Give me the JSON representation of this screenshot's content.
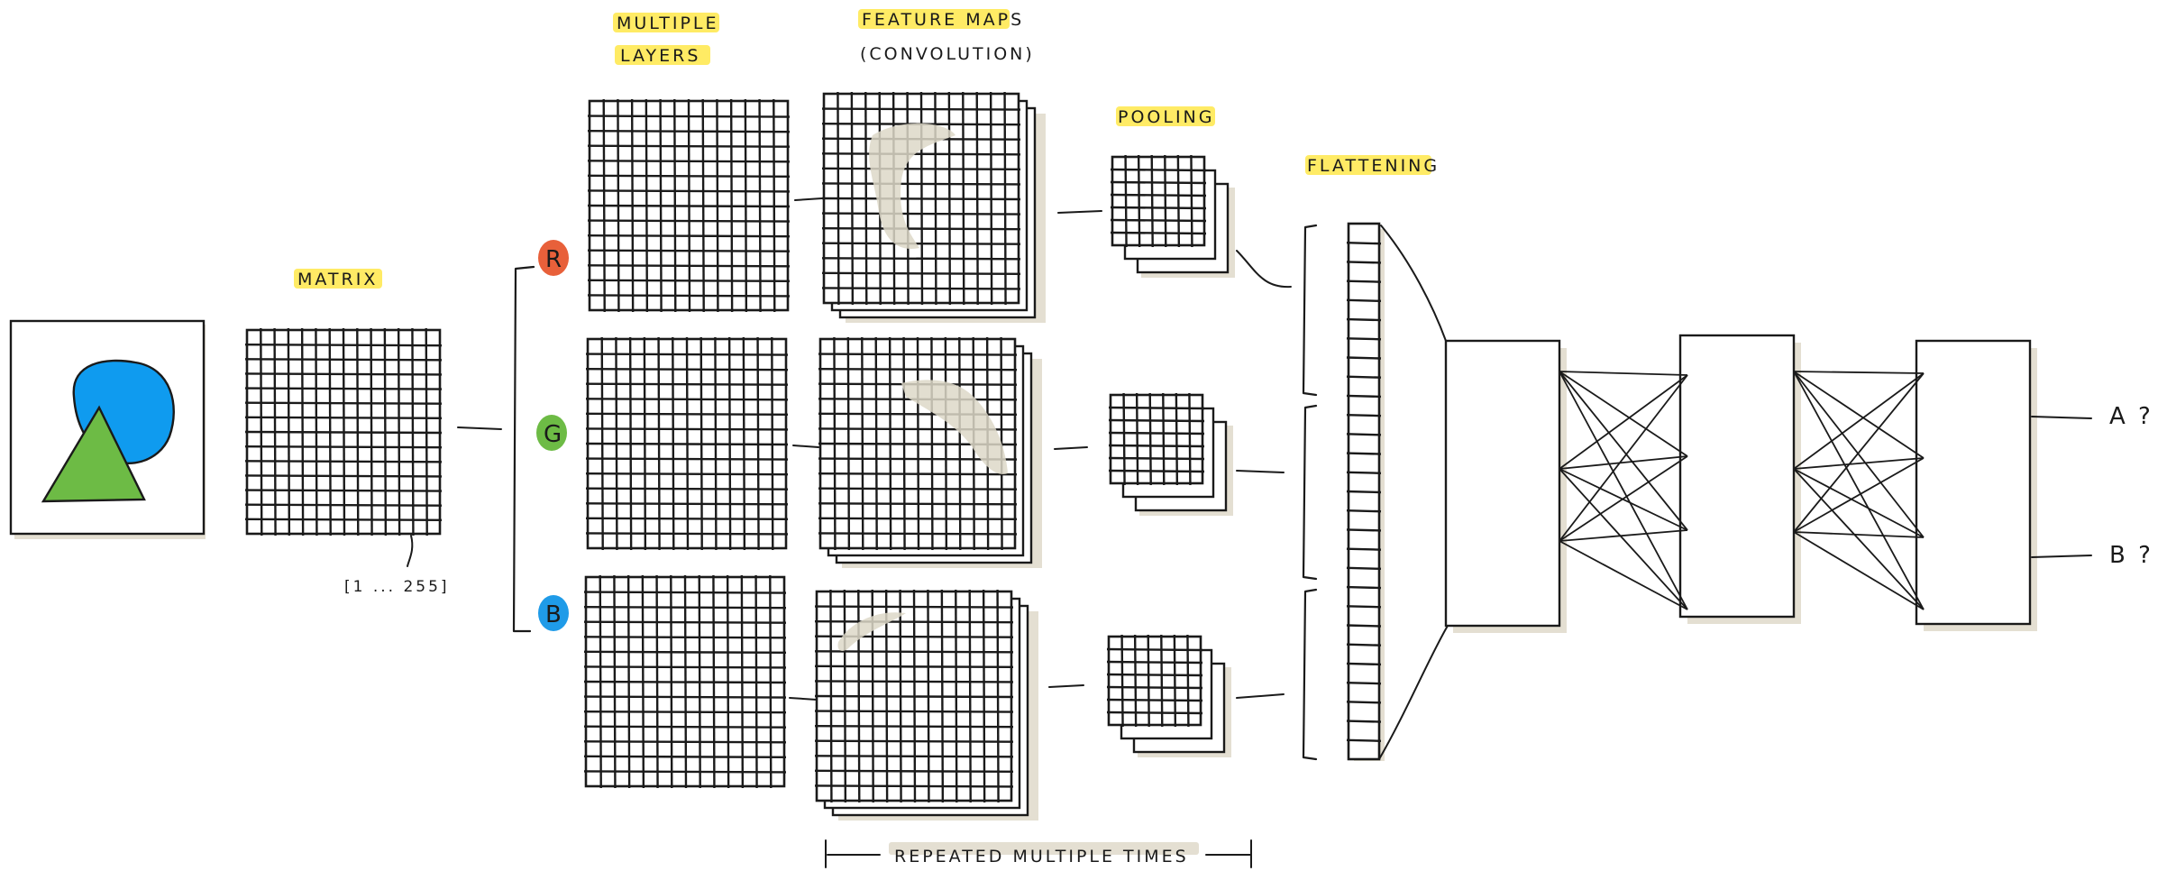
{
  "labels": {
    "matrix": "MATRIX",
    "matrix_range": "[1 ... 255]",
    "multiple_layers_line1": "MULTIPLE",
    "multiple_layers_line2": "LAYERS",
    "feature_maps_line1": "FEATURE MAPS",
    "feature_maps_line2": "(CONVOLUTION)",
    "pooling": "POOLING",
    "flattening": "FLATTENING",
    "repeated": "REPEATED   MULTIPLE   TIMES",
    "output_a": "A ?",
    "output_b": "B ?"
  },
  "channels": [
    {
      "letter": "R",
      "color": "#e8603a"
    },
    {
      "letter": "G",
      "color": "#6dbb45"
    },
    {
      "letter": "B",
      "color": "#1f9be8"
    }
  ],
  "colors": {
    "highlight": "#ffe84a",
    "circle_blue": "#0f9bef",
    "triangle_green": "#6dbb45",
    "shadow": "#e4dfd2",
    "feature_blob": "#ddd8c8"
  }
}
